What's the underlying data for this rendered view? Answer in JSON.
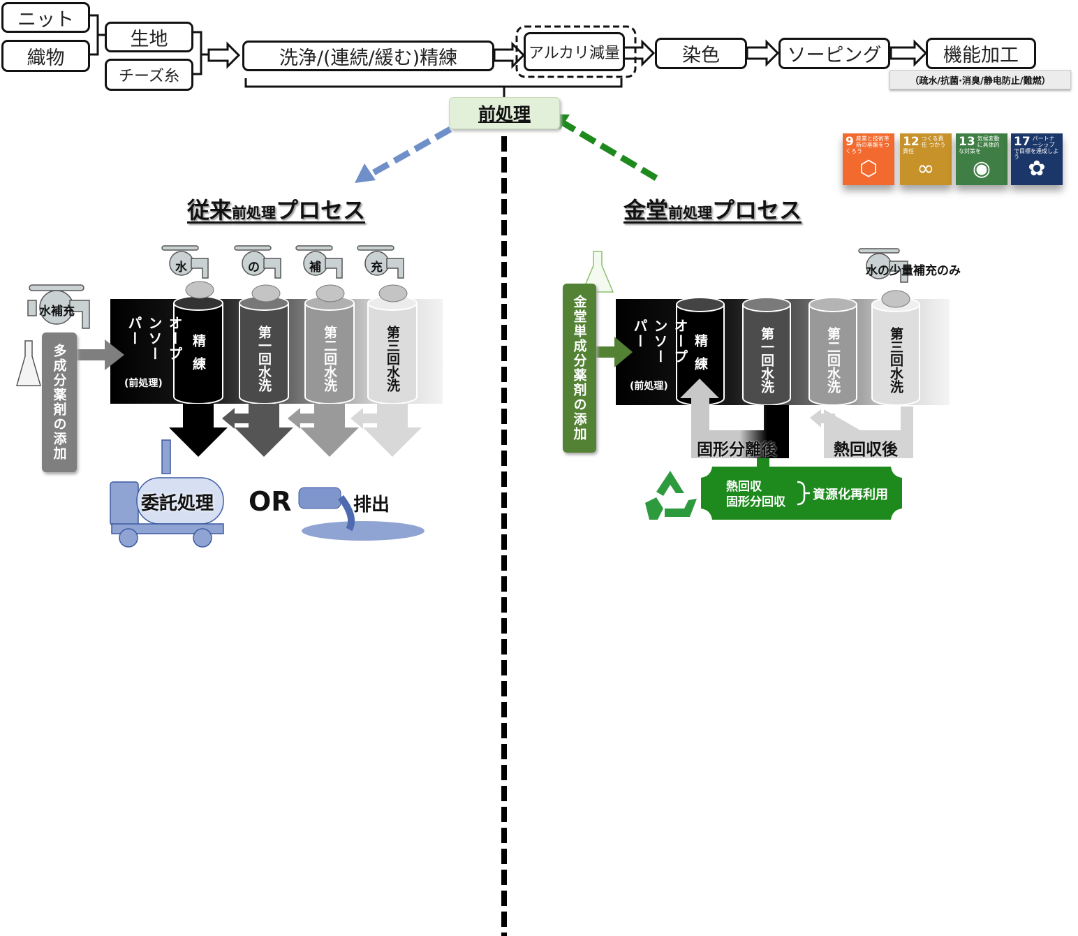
{
  "flow": {
    "materials": [
      "ニット",
      "織物"
    ],
    "fabrics": [
      "生地",
      "チーズ糸"
    ],
    "steps": [
      "洗浄/(連続/緩む)精練",
      "アルカリ減量",
      "染色",
      "ソーピング",
      "機能加工"
    ],
    "function_note": "（疏水/抗菌·消臭/静电防止/難燃）",
    "pretreatment_label": "前処理"
  },
  "sdgs": [
    {
      "num": "9",
      "text": "産業と技術革新の基盤をつくろう",
      "icon": "cubes-icon",
      "color": "#f26a2e"
    },
    {
      "num": "12",
      "text": "つくる責任 つかう責任",
      "icon": "infinity-icon",
      "color": "#c8922b"
    },
    {
      "num": "13",
      "text": "気候変動に具体的な対策を",
      "icon": "eye-globe-icon",
      "color": "#3f7e44"
    },
    {
      "num": "17",
      "text": "パートナーシップで目標を達成しよう",
      "icon": "flower-rings-icon",
      "color": "#1b3668"
    }
  ],
  "left": {
    "title_big1": "従来",
    "title_small": "前処理",
    "title_big2": "プロセス",
    "tap_main": "水補充",
    "taps": [
      "水",
      "の",
      "補",
      "充"
    ],
    "chem_label": "多成分薬剤の添加",
    "open_soaper": "オープンソーパー",
    "open_soaper_sub": "(前処理)",
    "tanks": [
      "精練",
      "第一回水洗",
      "第二回水洗",
      "第三回水洗"
    ],
    "disposal": "委託処理",
    "or": "OR",
    "discharge": "排出"
  },
  "right": {
    "title_big1": "金堂",
    "title_small": "前処理",
    "title_big2": "プロセス",
    "tap_label": "水の少量補充のみ",
    "chem_label": "金堂単成分薬剤の添加",
    "open_soaper": "オープンソーパー",
    "open_soaper_sub": "(前処理)",
    "tanks": [
      "精練",
      "第一回水洗",
      "第二回水洗",
      "第三回水洗"
    ],
    "solid_sep": "固形分離後",
    "heat_rec": "熱回収後",
    "recycle_line1": "熱回収",
    "recycle_line2": "固形分回収",
    "recycle_result": "資源化再利用"
  },
  "colors": {
    "green": "#1e8a1e",
    "dark_green": "#548235",
    "blue_arrow": "#6f8fc8",
    "light_green_bg": "#e2efd9"
  }
}
